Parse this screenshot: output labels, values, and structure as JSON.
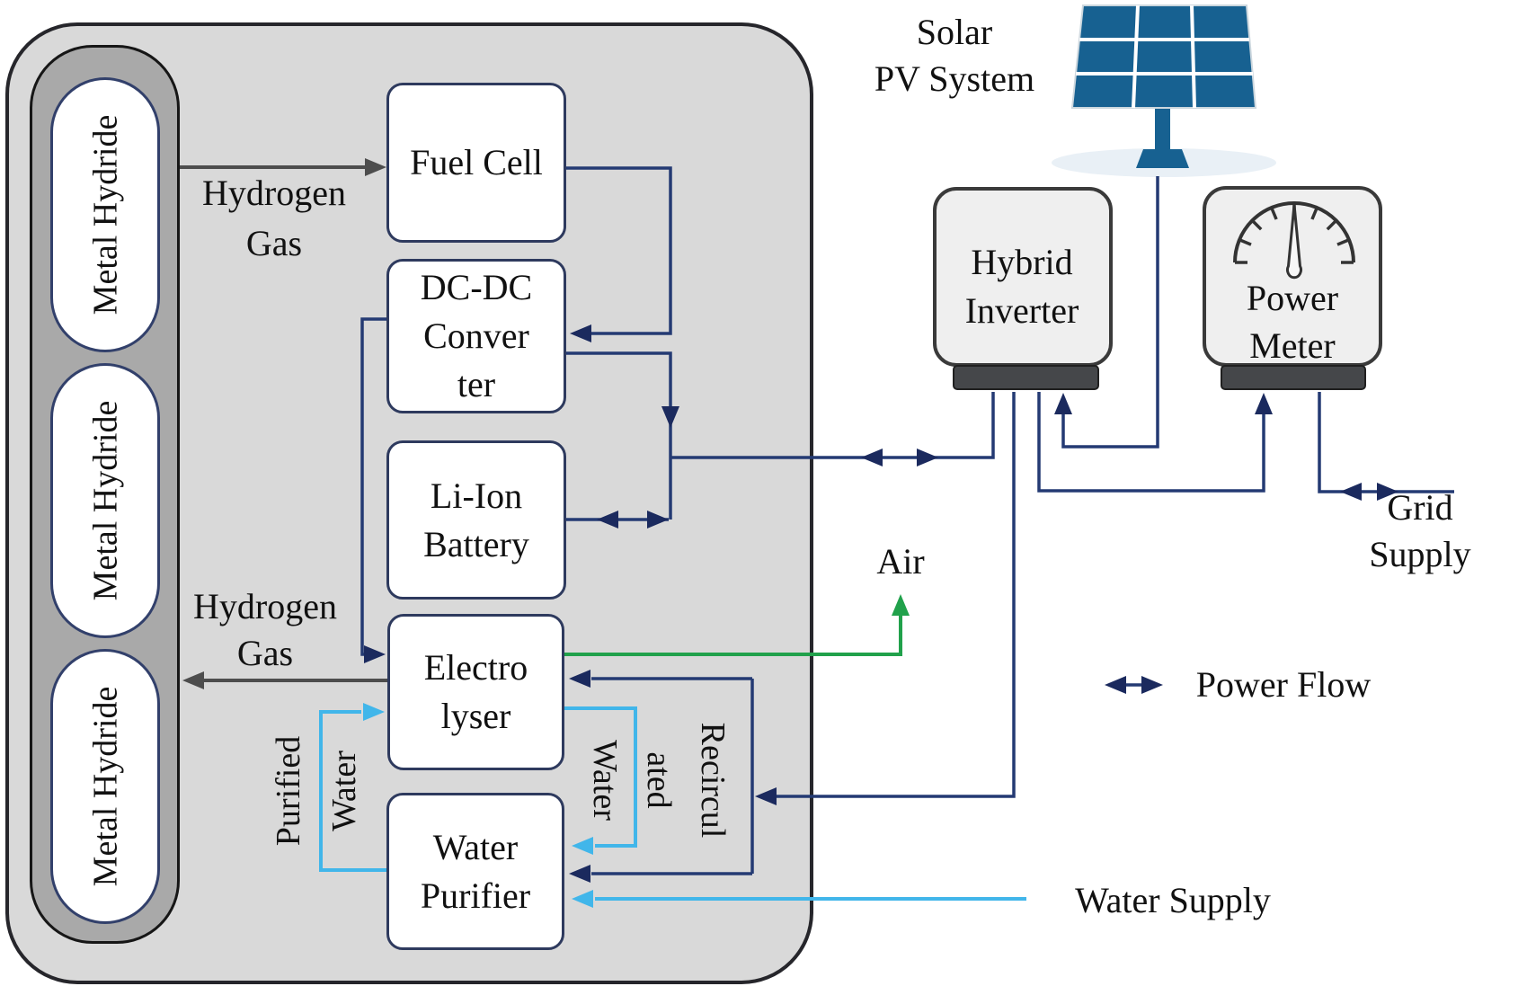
{
  "tanks": {
    "items": [
      {
        "label": "Metal Hydride"
      },
      {
        "label": "Metal Hydride"
      },
      {
        "label": "Metal Hydride"
      }
    ]
  },
  "components": {
    "fuel_cell": {
      "label": "Fuel Cell"
    },
    "dc_dc_converter": {
      "label": "DC-DC\nConver\nter"
    },
    "li_ion_battery": {
      "label": "Li-Ion\nBattery"
    },
    "electrolyser": {
      "label": "Electro\nlyser"
    },
    "water_purifier": {
      "label": "Water\nPurifier"
    },
    "hybrid_inverter": {
      "label": "Hybrid\nInverter"
    },
    "power_meter": {
      "label": "Power\nMeter"
    },
    "solar_pv": {
      "label": "Solar\nPV System"
    }
  },
  "flow_labels": {
    "hydrogen_gas_top": "Hydrogen\nGas",
    "hydrogen_gas_bottom": "Hydrogen\nGas",
    "purified_water": "Purified\nWater",
    "recirculated_water": "Recircul\nated\nWater",
    "air": "Air",
    "water_supply": "Water Supply",
    "grid_supply": "Grid Supply"
  },
  "legend": {
    "power_flow": "Power Flow"
  },
  "colors": {
    "power_line": "#243a73",
    "arrow_head": "#1b2a5e",
    "water_line": "#41b6ea",
    "air_line": "#21a14b",
    "hydrogen_line": "#4d4d4d",
    "panel_blue": "#176191",
    "enclosure_fill": "#d9d9d9",
    "tank_bar_fill": "#a9a9a9",
    "device_fill": "#efefef",
    "device_base": "#45474a"
  }
}
